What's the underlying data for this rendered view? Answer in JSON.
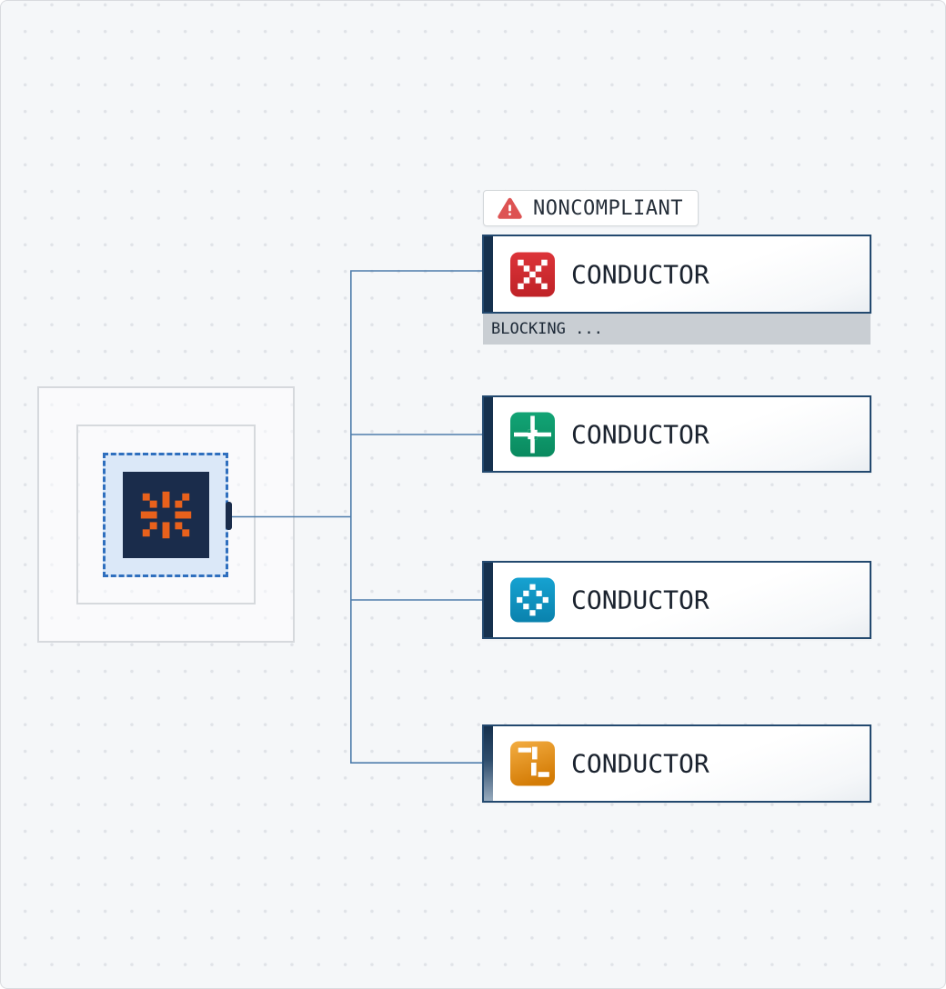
{
  "alert_badge": {
    "label": "NONCOMPLIANT",
    "icon": "warning-triangle",
    "icon_color": "#dd5353"
  },
  "source_node": {
    "icon": "converge-burst",
    "icon_color": "#e8611c",
    "tile_color": "#1a2c4b",
    "selected": true
  },
  "conductors": [
    {
      "label": "CONDUCTOR",
      "icon": "pixel-x",
      "icon_color": "#d5292c"
    },
    {
      "label": "CONDUCTOR",
      "icon": "pixel-plus",
      "icon_color": "#0f9a6c"
    },
    {
      "label": "CONDUCTOR",
      "icon": "pixel-diamond-dots",
      "icon_color": "#1092c0"
    },
    {
      "label": "CONDUCTOR",
      "icon": "pixel-steps",
      "icon_color": "#e8931c"
    }
  ],
  "status_strip": {
    "label": "BLOCKING ..."
  },
  "colors": {
    "canvas_bg": "#f5f7f9",
    "dot_grid": "#e0e3e8",
    "edge_line": "#4e7dac",
    "card_border": "#23496f",
    "accent_bar": "#16314e",
    "selection_fill": "#dbe8f8",
    "selection_border": "#2f6fbe",
    "strip_bg": "#c9ced3",
    "text": "#1a222e"
  }
}
